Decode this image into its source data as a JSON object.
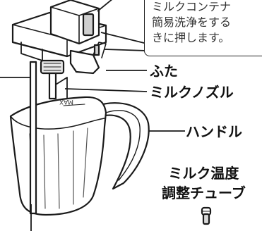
{
  "callout": {
    "lines": [
      "ミルクコンテナ",
      "簡易洗浄をする",
      "きに押します。"
    ]
  },
  "labels": {
    "lid": "ふた",
    "milk_nozzle": "ミルクノズル",
    "handle": "ハンドル",
    "temp_tube_line1": "ミルク温度",
    "temp_tube_line2": "調整チューブ"
  },
  "container_marking": "MAX"
}
